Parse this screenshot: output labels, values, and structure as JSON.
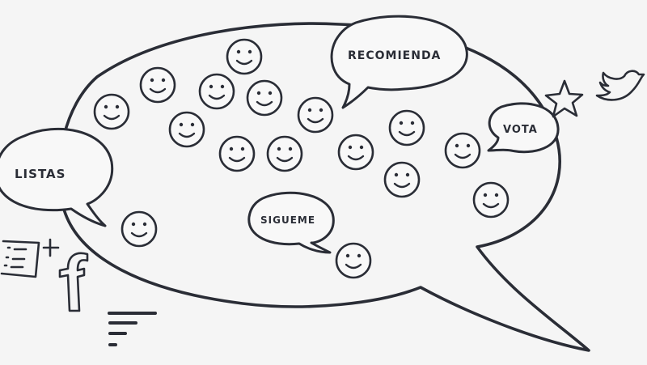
{
  "labels": {
    "listas": "LISTAS",
    "recomienda": "RECOMIENDA",
    "vota": "VOTA",
    "sigueme": "SIGUEME"
  },
  "icons": [
    "smiley-face-icon",
    "star-icon",
    "twitter-bird-icon",
    "list-add-icon",
    "facebook-icon",
    "text-lines-icon"
  ],
  "colors": {
    "ink": "#2a2d36",
    "background": "#f5f5f5"
  }
}
